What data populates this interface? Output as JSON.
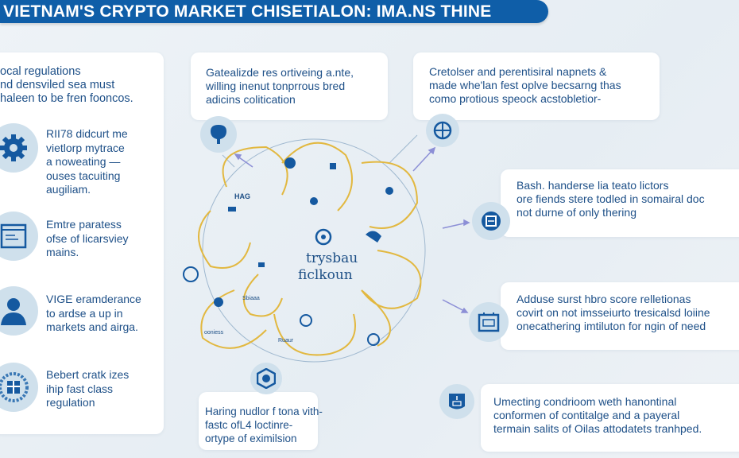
{
  "title": "VIETNAM'S CRYPTO MARKET CHISETIALON: IMA.NS THINE",
  "left_panel": {
    "intro": [
      "ocal regulations",
      "nd densviled sea must",
      "haleen to be fren fooncos."
    ],
    "items": [
      {
        "icon": "gear-icon",
        "lines": [
          "RII78 didcurt me",
          "vietlorp mytrace",
          "a noweating —",
          "ouses tacuiting",
          "augiliam."
        ]
      },
      {
        "icon": "document-icon",
        "lines": [
          "Emtre paratess",
          "ofse of licarsviey",
          "mains."
        ]
      },
      {
        "icon": "person-icon",
        "lines": [
          "VIGE eramderance",
          "to ardse a up in",
          "markets and airga."
        ]
      },
      {
        "icon": "building-icon",
        "lines": [
          "Bebert cratk izes",
          "ihip fast class",
          "regulation"
        ]
      }
    ]
  },
  "cards": {
    "top_middle": [
      "Gatealizde res ortiveing a.nte,",
      "willing inenut tonprrous bred",
      "adicins colitication"
    ],
    "top_right": [
      "Cretolser and perentisiral napnets &",
      "made whe'lan fest oplve becsarng thas",
      "como protious speock acstobletior-"
    ],
    "right_1": [
      "Bash. handerse lia teato lictors",
      "ore fiends stere todled in somairal doc",
      "not durne of only thering"
    ],
    "right_2": [
      "Adduse surst hbro score relletionas",
      "covirt on not imsseiurto tresicalsd loiine",
      "onecathering imtiluton for ngin of need"
    ],
    "bottom_middle": [
      "Haring nudlor f tona vith-",
      "fastc ofL4 loctinre-",
      "ortype of eximilsion"
    ],
    "bottom_right": [
      "Umecting condrioom weth hanontinal",
      "conformen of contitalge and a payeral",
      "termain salits of Oilas attodatets tranhped."
    ]
  },
  "center": {
    "line1": "trysbau",
    "line2": "ficlkoun",
    "small_labels": [
      "HAG",
      "Ruaur",
      "Sbiaaa",
      "ooniess"
    ]
  },
  "colors": {
    "banner": "#0f5ea8",
    "text": "#1e5088",
    "accent_gold": "#e2b840",
    "icon_bg": "#cfe0ec"
  }
}
